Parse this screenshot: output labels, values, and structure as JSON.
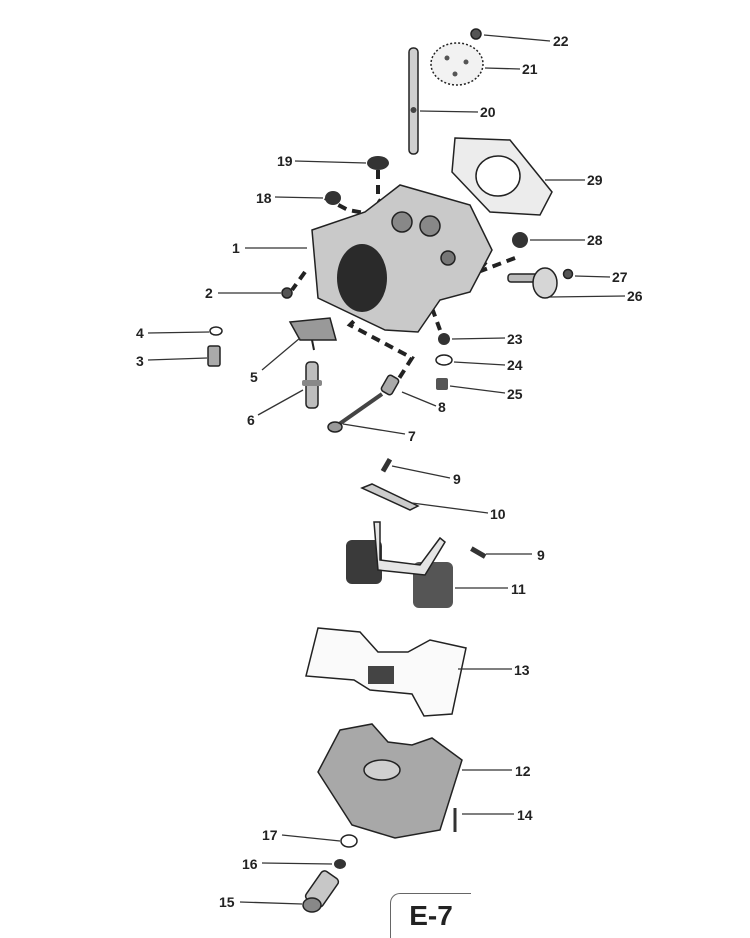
{
  "figure_id": "E-7",
  "callouts": [
    {
      "id": "c22",
      "text": "22"
    },
    {
      "id": "c21",
      "text": "21"
    },
    {
      "id": "c20",
      "text": "20"
    },
    {
      "id": "c19",
      "text": "19"
    },
    {
      "id": "c29",
      "text": "29"
    },
    {
      "id": "c18",
      "text": "18"
    },
    {
      "id": "c1",
      "text": "1"
    },
    {
      "id": "c28",
      "text": "28"
    },
    {
      "id": "c27",
      "text": "27"
    },
    {
      "id": "c2",
      "text": "2"
    },
    {
      "id": "c26",
      "text": "26"
    },
    {
      "id": "c4",
      "text": "4"
    },
    {
      "id": "c23",
      "text": "23"
    },
    {
      "id": "c3",
      "text": "3"
    },
    {
      "id": "c24",
      "text": "24"
    },
    {
      "id": "c5",
      "text": "5"
    },
    {
      "id": "c25",
      "text": "25"
    },
    {
      "id": "c8",
      "text": "8"
    },
    {
      "id": "c6",
      "text": "6"
    },
    {
      "id": "c7",
      "text": "7"
    },
    {
      "id": "c9a",
      "text": "9"
    },
    {
      "id": "c10",
      "text": "10"
    },
    {
      "id": "c9b",
      "text": "9"
    },
    {
      "id": "c11",
      "text": "11"
    },
    {
      "id": "c13",
      "text": "13"
    },
    {
      "id": "c12",
      "text": "12"
    },
    {
      "id": "c14",
      "text": "14"
    },
    {
      "id": "c17",
      "text": "17"
    },
    {
      "id": "c16",
      "text": "16"
    },
    {
      "id": "c15",
      "text": "15"
    }
  ]
}
